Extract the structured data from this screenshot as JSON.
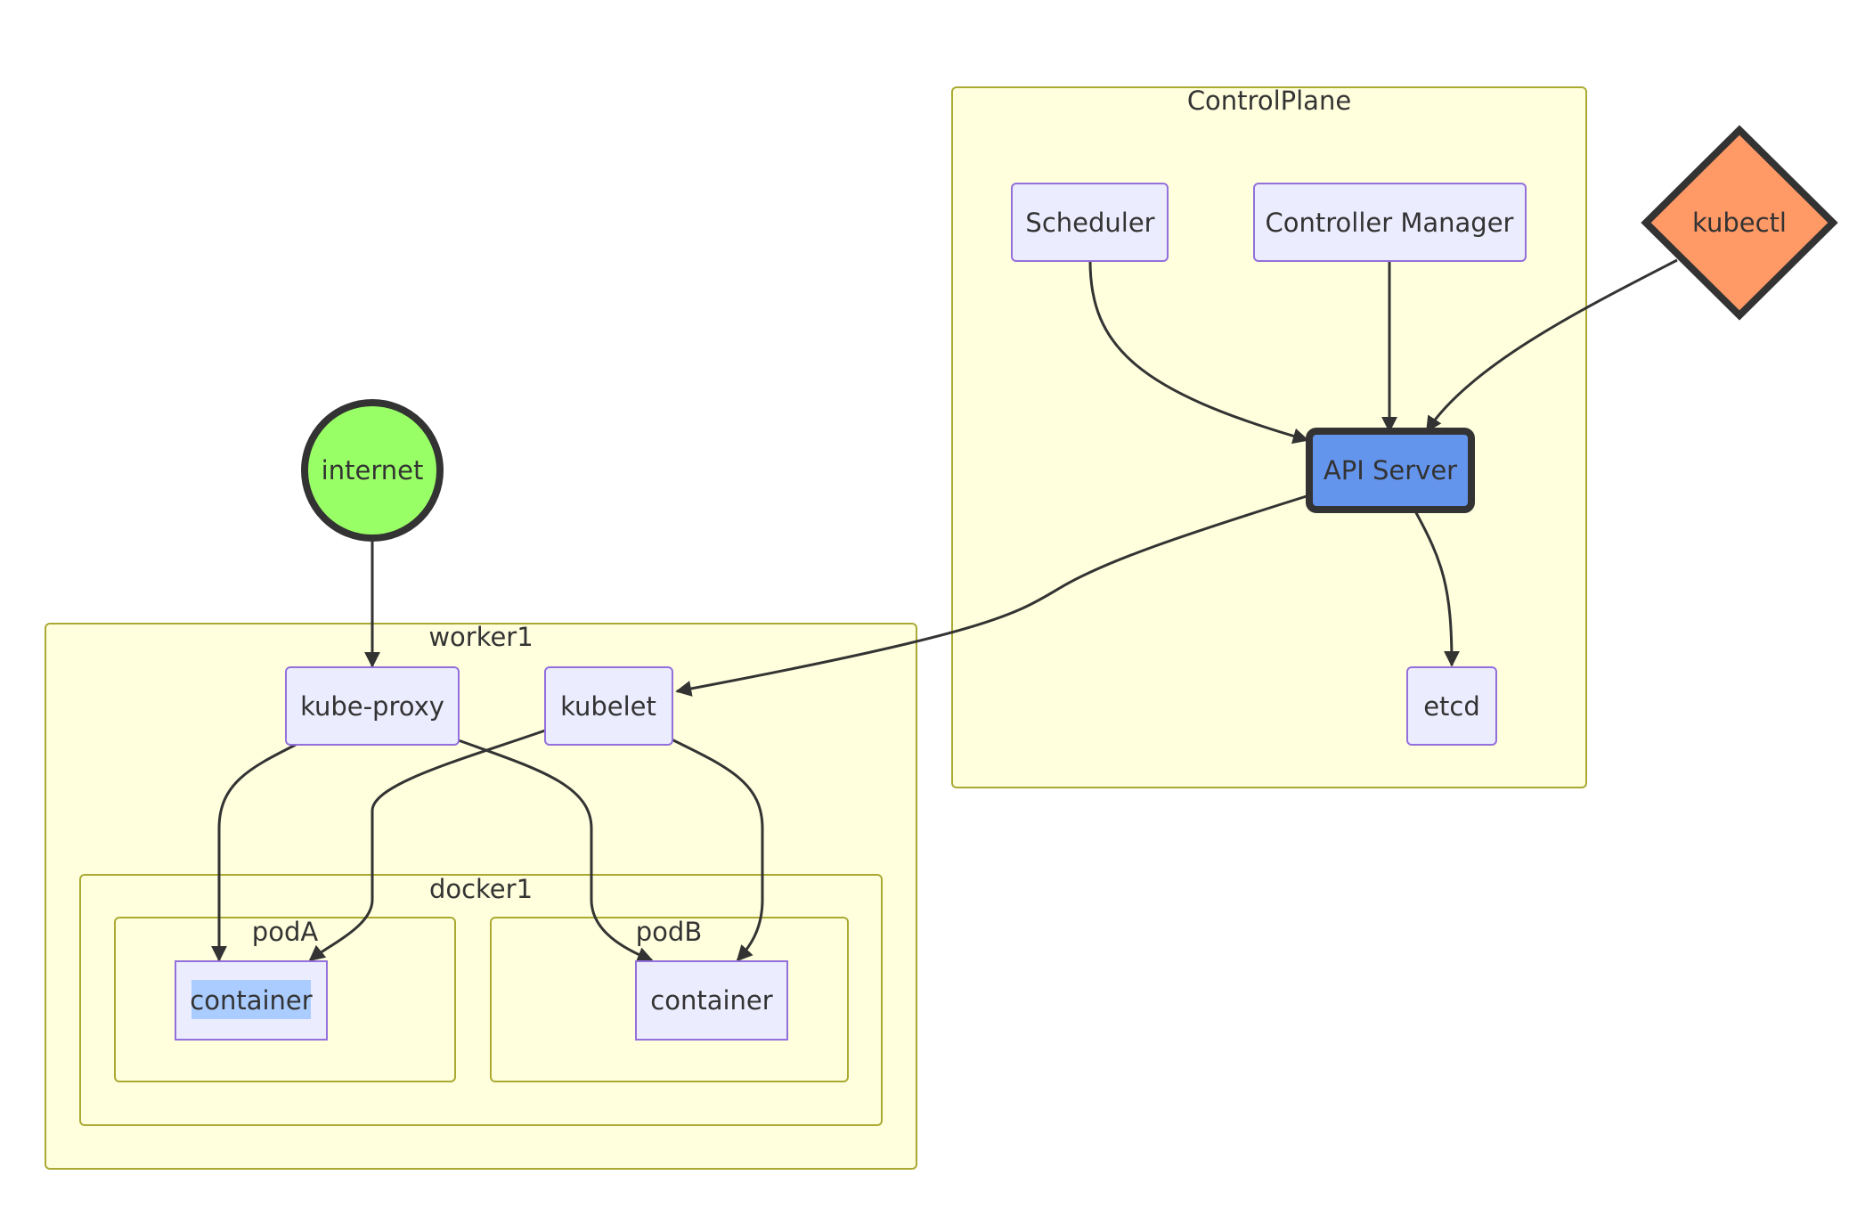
{
  "colors": {
    "cluster_fill": "#ffffde",
    "cluster_stroke": "#aaaa33",
    "node_fill": "#ececff",
    "node_stroke": "#9370db",
    "edge": "#333333",
    "api_server_fill": "#6495ed",
    "internet_fill": "#99ff66",
    "kubectl_fill": "#ff9966",
    "highlight_fill": "#aaccff"
  },
  "clusters": {
    "control_plane": "ControlPlane",
    "worker1": "worker1",
    "docker1": "docker1",
    "pod_a": "podA",
    "pod_b": "podB"
  },
  "nodes": {
    "scheduler": "Scheduler",
    "controller_manager": "Controller Manager",
    "kubectl": "kubectl",
    "api_server": "API Server",
    "etcd": "etcd",
    "internet": "internet",
    "kube_proxy": "kube-proxy",
    "kubelet": "kubelet",
    "container_a": "container",
    "container_b": "container"
  },
  "edges": [
    {
      "from": "Scheduler",
      "to": "API Server"
    },
    {
      "from": "Controller Manager",
      "to": "API Server"
    },
    {
      "from": "kubectl",
      "to": "API Server"
    },
    {
      "from": "API Server",
      "to": "etcd"
    },
    {
      "from": "API Server",
      "to": "kubelet"
    },
    {
      "from": "internet",
      "to": "kube-proxy"
    },
    {
      "from": "kube-proxy",
      "to": "container (podA)"
    },
    {
      "from": "kube-proxy",
      "to": "container (podB)"
    },
    {
      "from": "kubelet",
      "to": "container (podA)"
    },
    {
      "from": "kubelet",
      "to": "container (podB)"
    }
  ]
}
